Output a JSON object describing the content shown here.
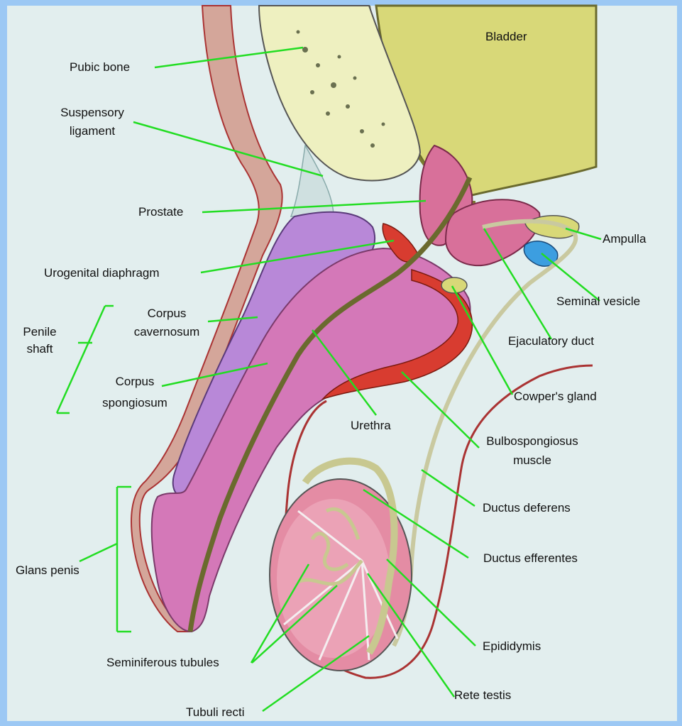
{
  "labels": {
    "bladder": "Bladder",
    "pubic_bone": "Pubic bone",
    "suspensory_line1": "Suspensory",
    "suspensory_line2": "ligament",
    "prostate": "Prostate",
    "urogenital_diaphragm": "Urogenital diaphragm",
    "penile_shaft_line1": "Penile",
    "penile_shaft_line2": "shaft",
    "corpus_cavernosum_line1": "Corpus",
    "corpus_cavernosum_line2": "cavernosum",
    "corpus_spongiosum_line1": "Corpus",
    "corpus_spongiosum_line2": "spongiosum",
    "glans_penis": "Glans penis",
    "seminiferous_tubules": "Seminiferous tubules",
    "tubuli_recti": "Tubuli recti",
    "urethra": "Urethra",
    "ampulla": "Ampulla",
    "seminal_vesicle": "Seminal vesicle",
    "ejaculatory_duct": "Ejaculatory duct",
    "cowpers_gland": "Cowper's gland",
    "bulbospongiosus_line1": "Bulbospongiosus",
    "bulbospongiosus_line2": "muscle",
    "ductus_deferens": "Ductus deferens",
    "ductus_efferentes": "Ductus efferentes",
    "epididymis": "Epididymis",
    "rete_testis": "Rete testis"
  },
  "colors": {
    "background": "#e2eeee",
    "frame": "#9cc8f4",
    "leader_line": "#22dd22",
    "bladder": "#d8d878",
    "pubic_bone": "#eef0c0",
    "prostate": "#d8709a",
    "corpus_cavernosum": "#b888d8",
    "corpus_spongiosum": "#d478b8",
    "muscle": "#d83c30",
    "urethra": "#6a6a2e",
    "skin": "#d4a69a",
    "testis": "#e48ca4",
    "seminal_vesicle": "#3c9ee0"
  }
}
